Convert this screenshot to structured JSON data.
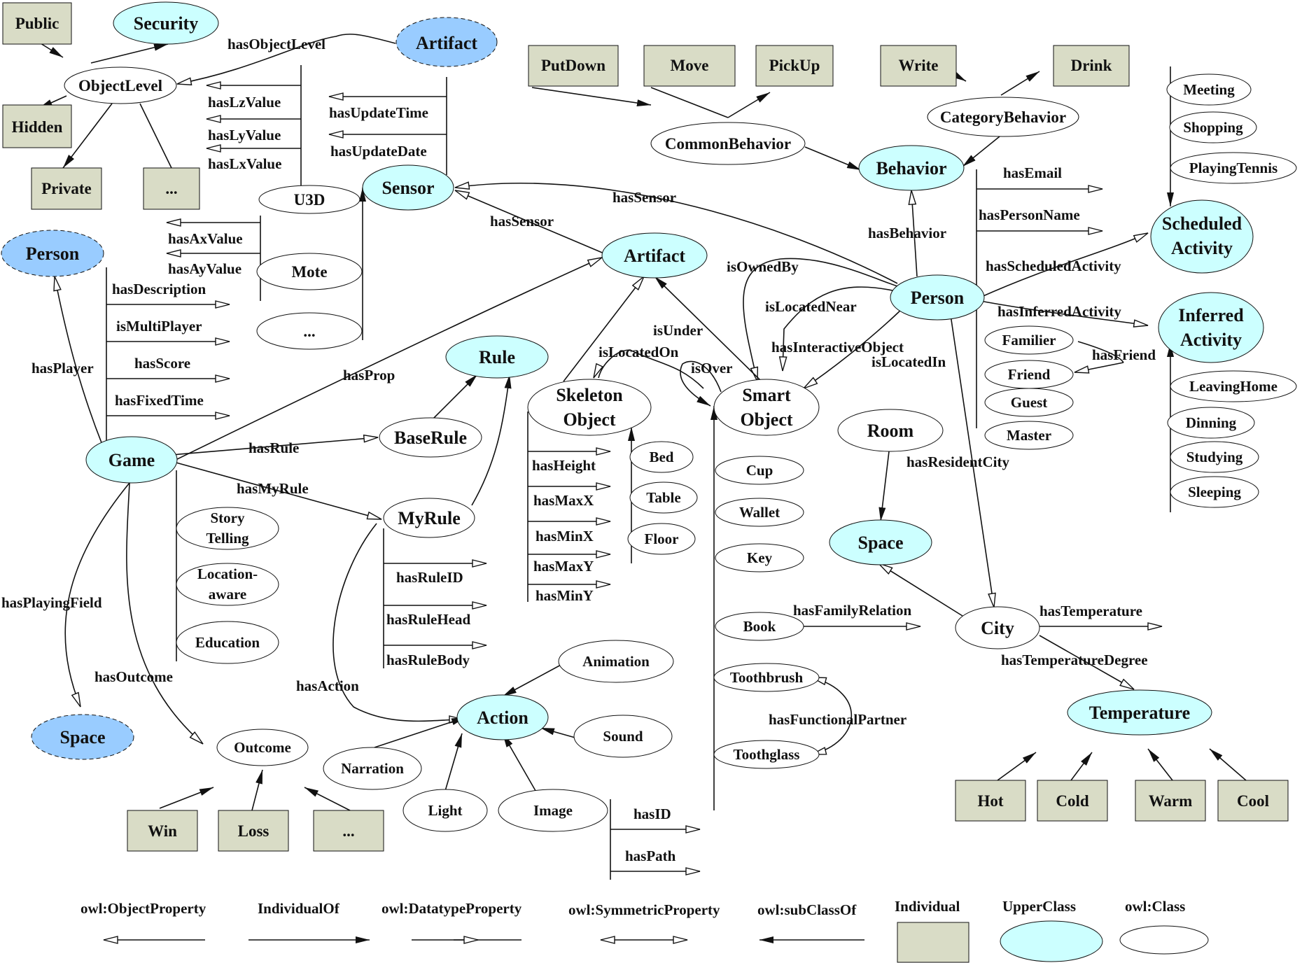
{
  "nodes": {
    "public": "Public",
    "security": "Security",
    "artifact_top": "Artifact",
    "object_level": "ObjectLevel",
    "hidden": "Hidden",
    "private": "Private",
    "dots_ol": "...",
    "u3d": "U3D",
    "mote": "Mote",
    "dots_sensor": "...",
    "sensor": "Sensor",
    "put_down": "PutDown",
    "move": "Move",
    "pick_up": "PickUp",
    "write": "Write",
    "drink": "Drink",
    "common_behavior": "CommonBehavior",
    "category_behavior": "CategoryBehavior",
    "behavior": "Behavior",
    "meeting": "Meeting",
    "shopping": "Shopping",
    "playing_tennis": "PlayingTennis",
    "scheduled_activity": [
      "Scheduled",
      "Activity"
    ],
    "person_top": "Person",
    "artifact": "Artifact",
    "person": "Person",
    "rule": "Rule",
    "base_rule": "BaseRule",
    "my_rule": "MyRule",
    "game": "Game",
    "story_telling": [
      "Story",
      "Telling"
    ],
    "location_aware": [
      "Location-",
      "aware"
    ],
    "education": "Education",
    "skeleton_object": [
      "Skeleton",
      "Object"
    ],
    "smart_object": [
      "Smart",
      "Object"
    ],
    "bed": "Bed",
    "table": "Table",
    "floor": "Floor",
    "cup": "Cup",
    "wallet": "Wallet",
    "key": "Key",
    "book": "Book",
    "toothbrush": "Toothbrush",
    "toothglass": "Toothglass",
    "room": "Room",
    "space": "Space",
    "city": "City",
    "familier": "Familier",
    "friend": "Friend",
    "guest": "Guest",
    "master": "Master",
    "inferred_activity": [
      "Inferred",
      "Activity"
    ],
    "leaving_home": "LeavingHome",
    "dinning": "Dinning",
    "studying": "Studying",
    "sleeping": "Sleeping",
    "temperature": "Temperature",
    "hot": "Hot",
    "cold": "Cold",
    "warm": "Warm",
    "cool": "Cool",
    "space_bottom": "Space",
    "outcome": "Outcome",
    "win": "Win",
    "loss": "Loss",
    "dots_outcome": "...",
    "action": "Action",
    "animation": "Animation",
    "sound": "Sound",
    "narration": "Narration",
    "light": "Light",
    "image": "Image"
  },
  "properties": {
    "has_object_level": "hasObjectLevel",
    "has_lz_value": "hasLzValue",
    "has_ly_value": "hasLyValue",
    "has_lx_value": "hasLxValue",
    "has_update_time": "hasUpdateTime",
    "has_update_date": "hasUpdateDate",
    "has_ax_value": "hasAxValue",
    "has_ay_value": "hasAyValue",
    "has_sensor_1": "hasSensor",
    "has_sensor_2": "hasSensor",
    "has_email": "hasEmail",
    "has_person_name": "hasPersonName",
    "has_behavior": "hasBehavior",
    "has_scheduled_activity": "hasScheduledActivity",
    "has_inferred_activity": "hasInferredActivity",
    "has_friend": "hasFriend",
    "is_owned_by": "isOwnedBy",
    "is_located_near": "isLocatedNear",
    "has_interactive_object": "hasInteractiveObject",
    "is_located_in": "isLocatedIn",
    "is_under": "isUnder",
    "is_located_on": "isLocatedOn",
    "is_over": "isOver",
    "has_description": "hasDescription",
    "is_multi_player": "isMultiPlayer",
    "has_score": "hasScore",
    "has_fixed_time": "hasFixedTime",
    "has_player": "hasPlayer",
    "has_prop": "hasProp",
    "has_rule": "hasRule",
    "has_my_rule": "hasMyRule",
    "has_height": "hasHeight",
    "has_max_x": "hasMaxX",
    "has_min_x": "hasMinX",
    "has_max_y": "hasMaxY",
    "has_min_y": "hasMinY",
    "has_rule_id": "hasRuleID",
    "has_rule_head": "hasRuleHead",
    "has_rule_body": "hasRuleBody",
    "has_resident_city": "hasResidentCity",
    "has_family_relation": "hasFamilyRelation",
    "has_temperature": "hasTemperature",
    "has_temperature_degree": "hasTemperatureDegree",
    "has_functional_partner": "hasFunctionalPartner",
    "has_playing_field": "hasPlayingField",
    "has_outcome": "hasOutcome",
    "has_action": "hasAction",
    "has_id": "hasID",
    "has_path": "hasPath"
  },
  "legend": {
    "object_property": "owl:ObjectProperty",
    "individual_of": "IndividualOf",
    "datatype_property": "owl:DatatypeProperty",
    "symmetric_property": "owl:SymmetricProperty",
    "sub_class_of": "owl:subClassOf",
    "individual": "Individual",
    "upper_class": "UpperClass",
    "owl_class": "owl:Class"
  },
  "colors": {
    "upper_class_fill": "#ccffff",
    "external_fill": "#99ccff",
    "individual_fill": "#d9dcc6",
    "class_fill": "#ffffff",
    "stroke": "#111111"
  }
}
